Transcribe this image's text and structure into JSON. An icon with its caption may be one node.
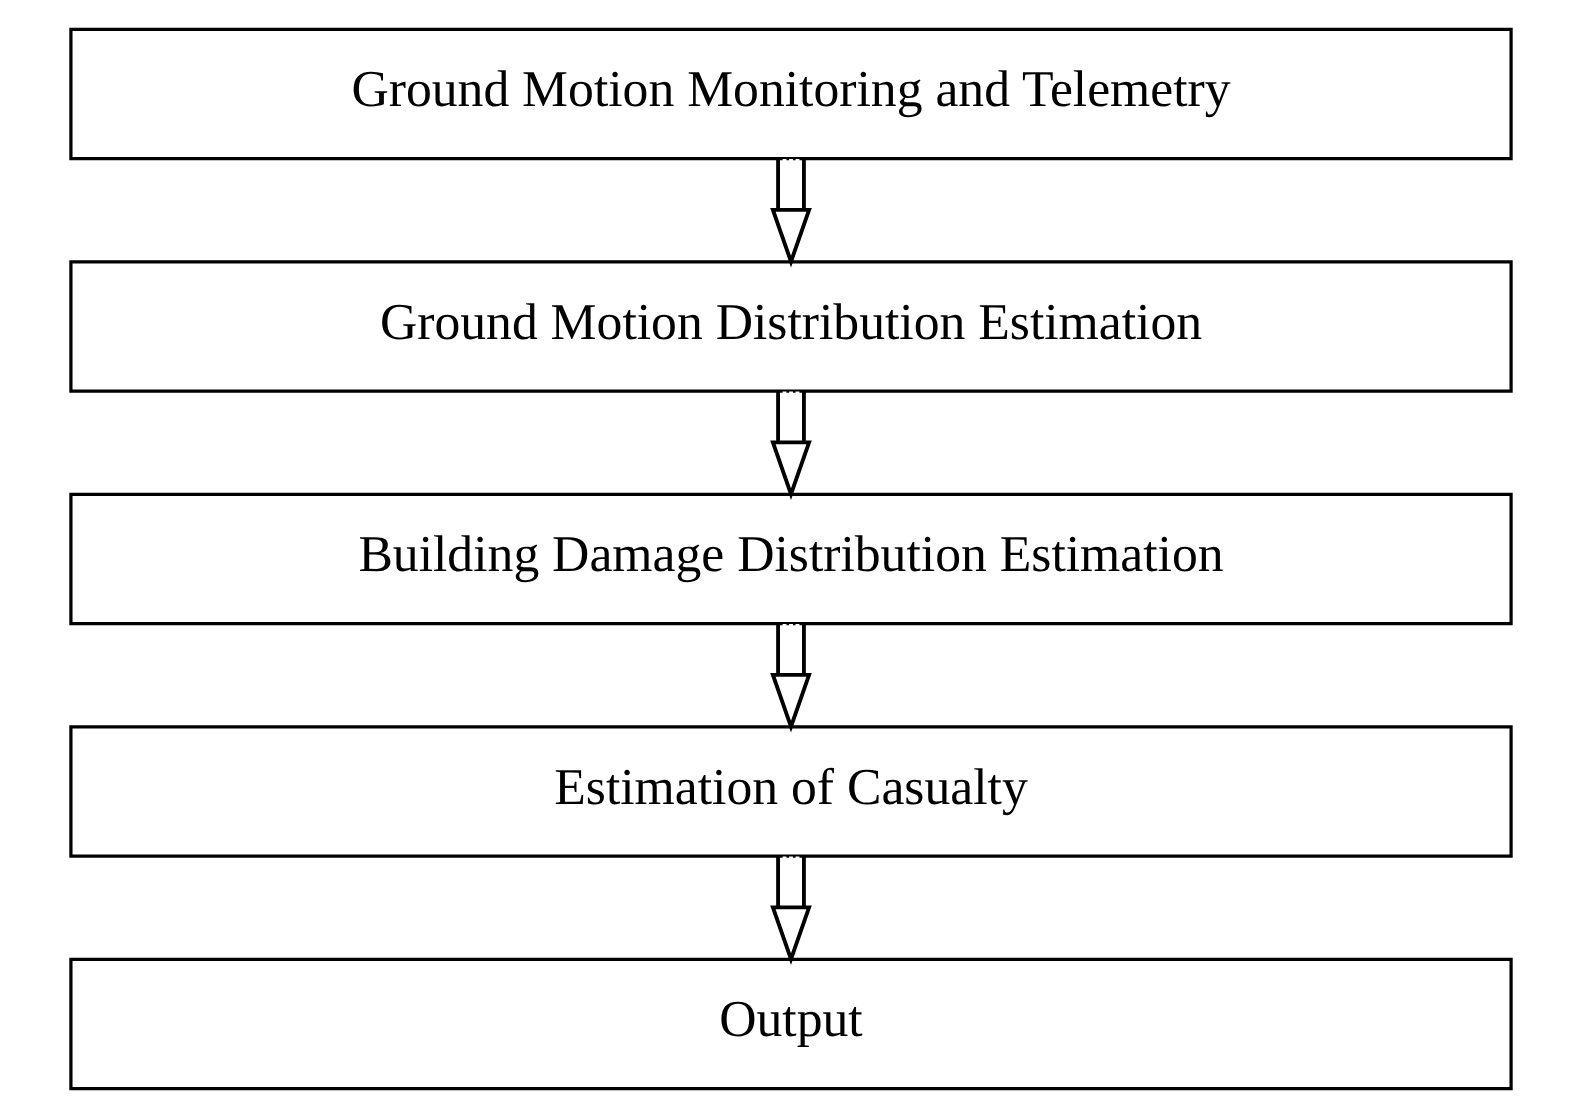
{
  "diagram": {
    "nodes": [
      {
        "text": [
          "Ground Motion Monitoring and Telemetry"
        ]
      },
      {
        "text": [
          "Ground Motion Distribution Estimation"
        ]
      },
      {
        "text": [
          "Building Damage Distribution Estimation"
        ]
      },
      {
        "text": [
          "Estimation of Casualty"
        ]
      },
      {
        "text": [
          "Output"
        ]
      }
    ],
    "edges": [
      {
        "from": 0,
        "to": 1,
        "arrow": "to"
      },
      {
        "from": 1,
        "to": 2,
        "arrow": "to"
      },
      {
        "from": 2,
        "to": 3,
        "arrow": "to"
      },
      {
        "from": 3,
        "to": 4,
        "arrow": "to"
      }
    ]
  }
}
